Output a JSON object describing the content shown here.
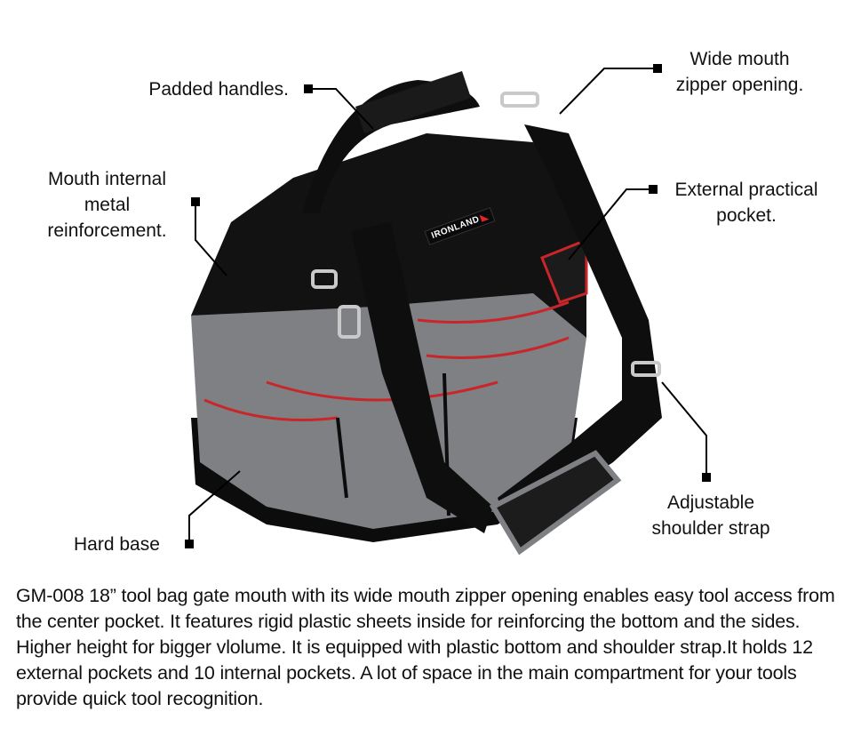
{
  "callouts": {
    "padded_handles": "Padded handles.",
    "wide_mouth": [
      "Wide mouth",
      "zipper opening."
    ],
    "mouth_internal": [
      "Mouth internal",
      "metal",
      "reinforcement."
    ],
    "external_pocket": [
      "External practical",
      "pocket."
    ],
    "adjustable_strap": [
      "Adjustable",
      "shoulder strap"
    ],
    "hard_base": "Hard base"
  },
  "brand": {
    "logo_text": "IRONLAND",
    "accent_color": "#e0262a"
  },
  "colors": {
    "bag_black": "#111111",
    "bag_gray": "#7d7f82",
    "trim_red": "#c8262a"
  },
  "description": "GM-008 18” tool bag gate mouth with its wide mouth zipper opening enables easy tool access from the center pocket. It features rigid plastic sheets inside for reinforcing the bottom and the sides. Higher height for bigger vlolume. It is equipped with plastic bottom and shoulder strap.It holds 12 external pockets and 10 internal pockets. A lot of space in the main compartment for your tools provide quick tool recognition."
}
